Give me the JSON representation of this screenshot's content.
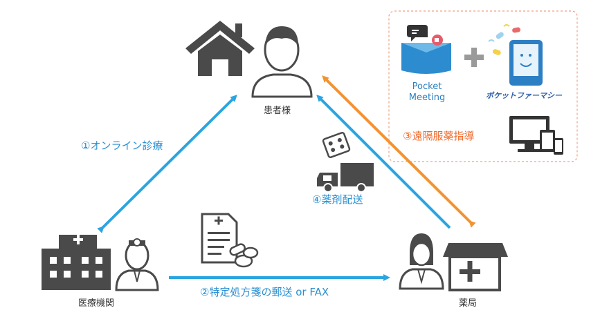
{
  "nodes": {
    "patient": "患者様",
    "hospital": "医療機関",
    "pharmacy": "薬局"
  },
  "flows": {
    "online_consult": "①オンライン診療",
    "prescription": "②特定処方箋の郵送 or FAX",
    "remote_guidance": "③遠隔服薬指導",
    "delivery": "④薬剤配送"
  },
  "services": {
    "pocket_meeting_line1": "Pocket",
    "pocket_meeting_line2": "Meeting",
    "pocket_pharmacy": "ポケットファーマシー"
  },
  "colors": {
    "blue_arrow": "#2aa5e0",
    "orange_arrow": "#f39230",
    "icon_gray": "#4a4a4a",
    "dashed_box": "#f0a080"
  }
}
